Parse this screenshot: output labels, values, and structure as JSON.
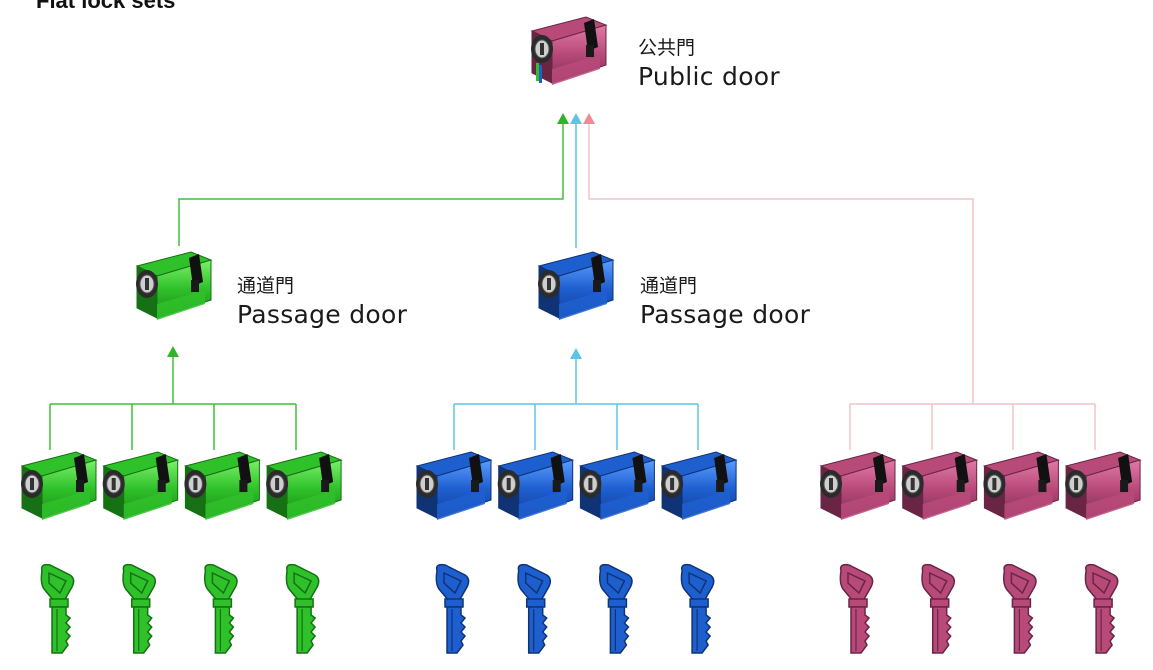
{
  "title": "Flat lock sets",
  "colors": {
    "green": "#2fc12a",
    "blue": "#1e5fd0",
    "pink": "#b84a7a",
    "green_line": "#3fbf3a",
    "blue_line": "#5ec4e6",
    "pink_line": "#f1c3c8"
  },
  "public_door": {
    "zh": "公共門",
    "en": "Public door"
  },
  "passage_doors": [
    {
      "zh": "通道門",
      "en": "Passage door",
      "color": "green"
    },
    {
      "zh": "通道門",
      "en": "Passage door",
      "color": "blue"
    }
  ],
  "groups": [
    {
      "color": "green",
      "cylinders": 4,
      "keys": 4,
      "icon": "lock-cylinder-icon"
    },
    {
      "color": "blue",
      "cylinders": 4,
      "keys": 4,
      "icon": "lock-cylinder-icon"
    },
    {
      "color": "pink",
      "cylinders": 4,
      "keys": 4,
      "icon": "lock-cylinder-icon"
    }
  ]
}
